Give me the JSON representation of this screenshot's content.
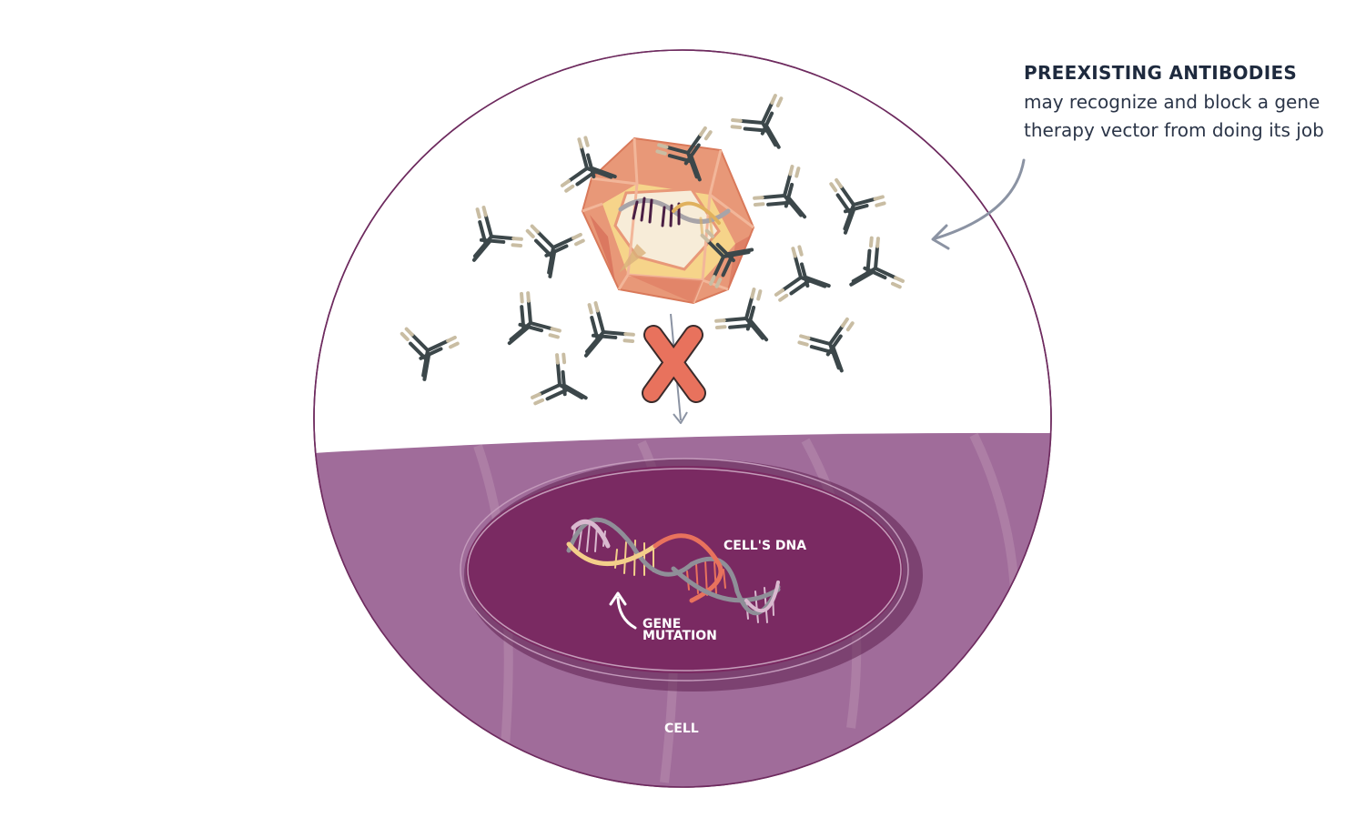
{
  "callout": {
    "title": "PREEXISTING ANTIBODIES",
    "line1": "may recognize and block a gene",
    "line2": "therapy vector from doing its job"
  },
  "labels": {
    "cells_dna": "CELL'S DNA",
    "gene_mutation_line1": "GENE",
    "gene_mutation_line2": "MUTATION",
    "cell": "CELL"
  },
  "colors": {
    "circle_outline": "#6e2b5f",
    "cytoplasm": "#a06c9a",
    "nucleus": "#7a2a62",
    "antibody": "#3c474a",
    "antibody_tip": "#c9bda3",
    "vector_outer": "#e89878",
    "vector_inner": "#f6d48a",
    "block_mark": "#e8725d",
    "callout_arrow": "#8b93a3"
  },
  "icons": {
    "block": "x-mark-icon",
    "antibody": "y-antibody-icon",
    "vector": "icosahedral-capsid-icon"
  }
}
